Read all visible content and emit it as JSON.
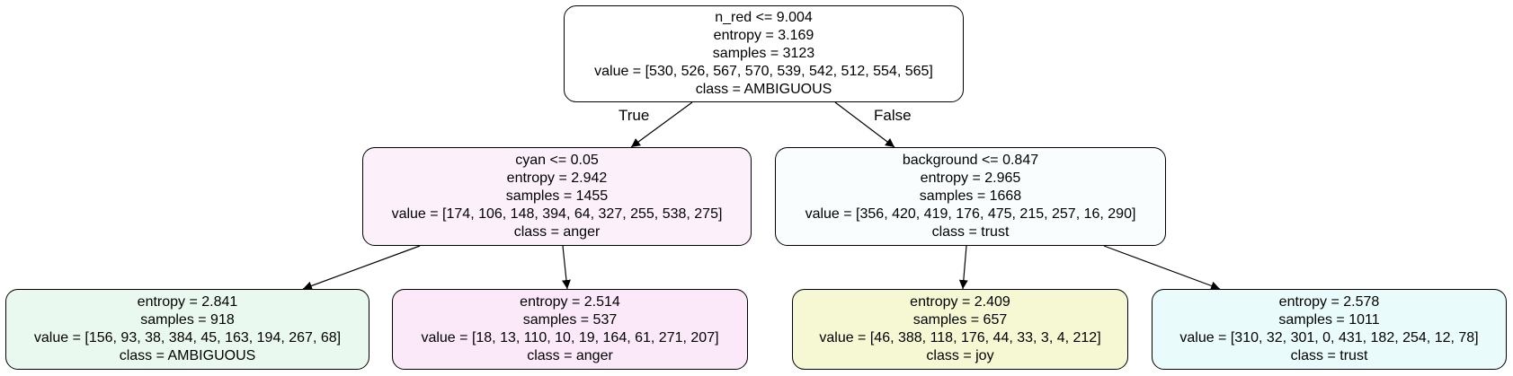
{
  "tree": {
    "nodes": [
      {
        "id": "root",
        "fill": "#ffffff",
        "lines": [
          "n_red <= 9.004",
          "entropy = 3.169",
          "samples = 3123",
          "value = [530, 526, 567, 570, 539, 542, 512, 554, 565]",
          "class = AMBIGUOUS"
        ]
      },
      {
        "id": "left",
        "fill": "#fcf0fb",
        "lines": [
          "cyan <= 0.05",
          "entropy = 2.942",
          "samples = 1455",
          "value = [174, 106, 148, 394, 64, 327, 255, 538, 275]",
          "class = anger"
        ]
      },
      {
        "id": "right",
        "fill": "#f9fdfe",
        "lines": [
          "background <= 0.847",
          "entropy = 2.965",
          "samples = 1668",
          "value = [356, 420, 419, 176, 475, 215, 257, 16, 290]",
          "class = trust"
        ]
      },
      {
        "id": "ll",
        "fill": "#e9f9ef",
        "lines": [
          "entropy = 2.841",
          "samples = 918",
          "value = [156, 93, 38, 384, 45, 163, 194, 267, 68]",
          "class = AMBIGUOUS"
        ]
      },
      {
        "id": "lr",
        "fill": "#fbe9fa",
        "lines": [
          "entropy = 2.514",
          "samples = 537",
          "value = [18, 13, 110, 10, 19, 164, 61, 271, 207]",
          "class = anger"
        ]
      },
      {
        "id": "rl",
        "fill": "#f6f8d3",
        "lines": [
          "entropy = 2.409",
          "samples = 657",
          "value = [46, 388, 118, 176, 44, 33, 3, 4, 212]",
          "class = joy"
        ]
      },
      {
        "id": "rr",
        "fill": "#eafbfb",
        "lines": [
          "entropy = 2.578",
          "samples = 1011",
          "value = [310, 32, 301, 0, 431, 182, 254, 12, 78]",
          "class = trust"
        ]
      }
    ],
    "edges": [
      {
        "from": "root",
        "to": "left",
        "label": "True"
      },
      {
        "from": "root",
        "to": "right",
        "label": "False"
      },
      {
        "from": "left",
        "to": "ll",
        "label": ""
      },
      {
        "from": "left",
        "to": "lr",
        "label": ""
      },
      {
        "from": "right",
        "to": "rl",
        "label": ""
      },
      {
        "from": "right",
        "to": "rr",
        "label": ""
      }
    ]
  }
}
